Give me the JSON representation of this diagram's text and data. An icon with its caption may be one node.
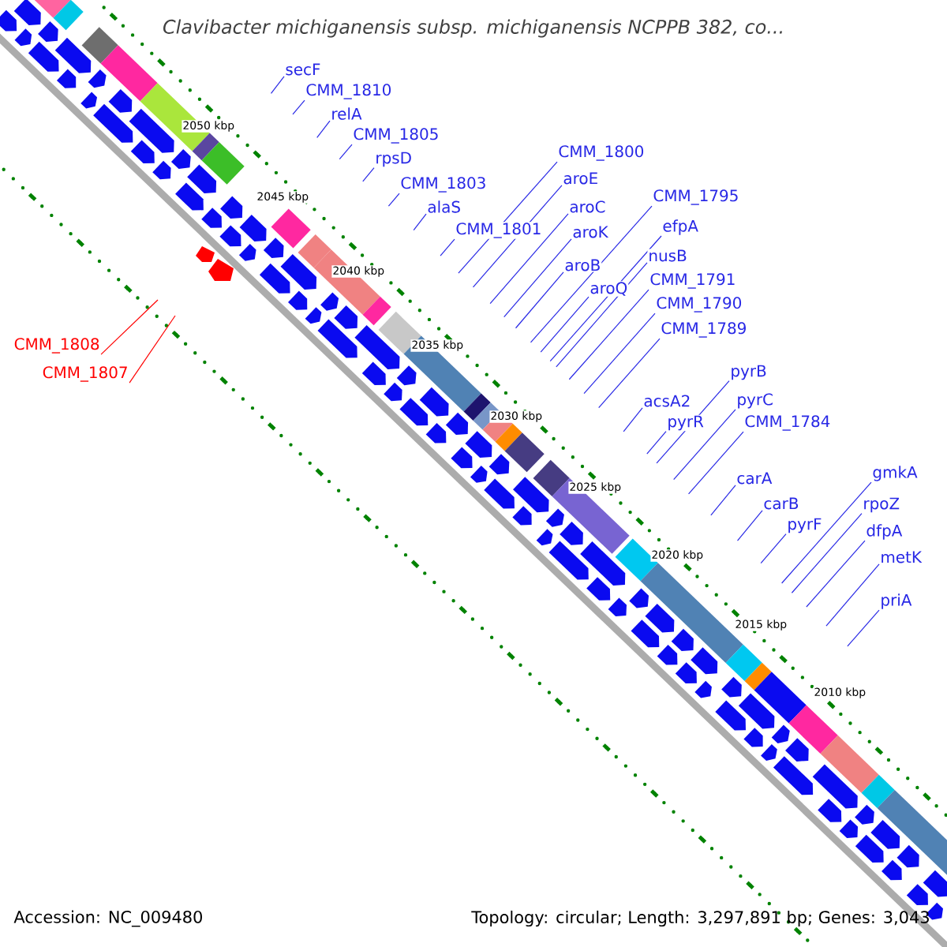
{
  "diagram": {
    "title": "*Clavibacter michiganensis* subsp. *michiganensis* NCPPB 382, co...",
    "nodes": [
      {
        "text": [
          "secF"
        ]
      },
      {
        "text": [
          "CMM_1810"
        ]
      },
      {
        "text": [
          "relA"
        ]
      },
      {
        "text": [
          "CMM_1805"
        ]
      },
      {
        "text": [
          "rpsD"
        ]
      },
      {
        "text": [
          "CMM_1803"
        ]
      },
      {
        "text": [
          "alaS"
        ]
      },
      {
        "text": [
          "CMM_1801"
        ]
      },
      {
        "text": [
          "CMM_1800"
        ]
      },
      {
        "text": [
          "aroE"
        ]
      },
      {
        "text": [
          "aroC"
        ]
      },
      {
        "text": [
          "aroK"
        ]
      },
      {
        "text": [
          "aroB"
        ]
      },
      {
        "text": [
          "aroQ"
        ]
      },
      {
        "text": [
          "CMM_1795"
        ]
      },
      {
        "text": [
          "efpA"
        ]
      },
      {
        "text": [
          "nusB"
        ]
      },
      {
        "text": [
          "CMM_1791"
        ]
      },
      {
        "text": [
          "CMM_1790"
        ]
      },
      {
        "text": [
          "CMM_1789"
        ]
      },
      {
        "text": [
          "acsA2"
        ]
      },
      {
        "text": [
          "pyrR"
        ]
      },
      {
        "text": [
          "pyrB"
        ]
      },
      {
        "text": [
          "pyrC"
        ]
      },
      {
        "text": [
          "CMM_1784"
        ]
      },
      {
        "text": [
          "carA"
        ]
      },
      {
        "text": [
          "carB"
        ]
      },
      {
        "text": [
          "pyrF"
        ]
      },
      {
        "text": [
          "gmkA"
        ]
      },
      {
        "text": [
          "rpoZ"
        ]
      },
      {
        "text": [
          "dfpA"
        ]
      },
      {
        "text": [
          "metK"
        ]
      },
      {
        "text": [
          "priA"
        ]
      },
      {
        "text": [
          "CMM_1808"
        ]
      },
      {
        "text": [
          "CMM_1807"
        ]
      }
    ],
    "edges": [
      {
        "from": 0,
        "to": null,
        "arrow": "none"
      },
      {
        "from": 1,
        "to": null,
        "arrow": "none"
      },
      {
        "from": 2,
        "to": null,
        "arrow": "none"
      },
      {
        "from": 3,
        "to": null,
        "arrow": "none"
      },
      {
        "from": 4,
        "to": null,
        "arrow": "none"
      },
      {
        "from": 5,
        "to": null,
        "arrow": "none"
      },
      {
        "from": 6,
        "to": null,
        "arrow": "none"
      },
      {
        "from": 7,
        "to": null,
        "arrow": "none"
      },
      {
        "from": 8,
        "to": null,
        "arrow": "none"
      },
      {
        "from": 9,
        "to": null,
        "arrow": "none"
      },
      {
        "from": 10,
        "to": null,
        "arrow": "none"
      },
      {
        "from": 11,
        "to": null,
        "arrow": "none"
      },
      {
        "from": 12,
        "to": null,
        "arrow": "none"
      },
      {
        "from": 13,
        "to": null,
        "arrow": "none"
      },
      {
        "from": 14,
        "to": null,
        "arrow": "none"
      },
      {
        "from": 15,
        "to": null,
        "arrow": "none"
      },
      {
        "from": 16,
        "to": null,
        "arrow": "none"
      },
      {
        "from": 17,
        "to": null,
        "arrow": "none"
      },
      {
        "from": 18,
        "to": null,
        "arrow": "none"
      },
      {
        "from": 19,
        "to": null,
        "arrow": "none"
      },
      {
        "from": 20,
        "to": null,
        "arrow": "none"
      },
      {
        "from": 21,
        "to": null,
        "arrow": "none"
      },
      {
        "from": 22,
        "to": null,
        "arrow": "none"
      },
      {
        "from": 23,
        "to": null,
        "arrow": "none"
      },
      {
        "from": 24,
        "to": null,
        "arrow": "none"
      },
      {
        "from": 25,
        "to": null,
        "arrow": "none"
      },
      {
        "from": 26,
        "to": null,
        "arrow": "none"
      },
      {
        "from": 27,
        "to": null,
        "arrow": "none"
      },
      {
        "from": 28,
        "to": null,
        "arrow": "none"
      },
      {
        "from": 29,
        "to": null,
        "arrow": "none"
      },
      {
        "from": 30,
        "to": null,
        "arrow": "none"
      },
      {
        "from": 31,
        "to": null,
        "arrow": "none"
      },
      {
        "from": 32,
        "to": null,
        "arrow": "none"
      },
      {
        "from": 33,
        "to": null,
        "arrow": "none",
        "color": "#ff0000"
      },
      {
        "from": 34,
        "to": null,
        "arrow": "none",
        "color": "#ff0000"
      }
    ],
    "labels": [
      "2050 kbp",
      "2045 kbp",
      "2040 kbp",
      "2035 kbp",
      "2030 kbp",
      "2025 kbp",
      "2020 kbp",
      "2015 kbp",
      "2010 kbp",
      "Accession: NC_009480",
      "Topology: circular; Length: 3,297,891 bp; Genes: 3,043"
    ]
  }
}
